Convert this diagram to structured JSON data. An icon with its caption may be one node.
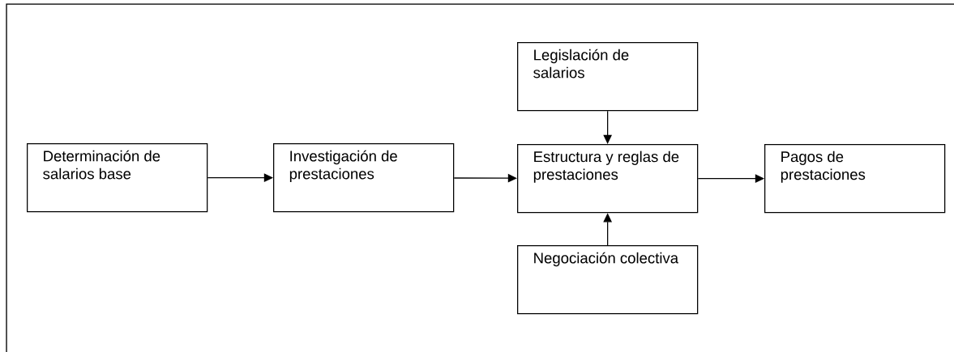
{
  "diagram": {
    "nodes": [
      {
        "text": [
          "Determinación de salarios base"
        ]
      },
      {
        "text": [
          "Investigación de prestaciones"
        ]
      },
      {
        "text": [
          "Legislación de salarios"
        ]
      },
      {
        "text": [
          "Estructura y reglas de prestaciones"
        ]
      },
      {
        "text": [
          "Pagos de prestaciones"
        ]
      },
      {
        "text": [
          "Negociación colectiva"
        ]
      }
    ],
    "edges": [
      {
        "from": 0,
        "to": 1,
        "arrow": "to"
      },
      {
        "from": 1,
        "to": 3,
        "arrow": "to"
      },
      {
        "from": 3,
        "to": 4,
        "arrow": "to"
      },
      {
        "from": 2,
        "to": 3,
        "arrow": "to"
      },
      {
        "from": 5,
        "to": 3,
        "arrow": "to"
      }
    ]
  }
}
